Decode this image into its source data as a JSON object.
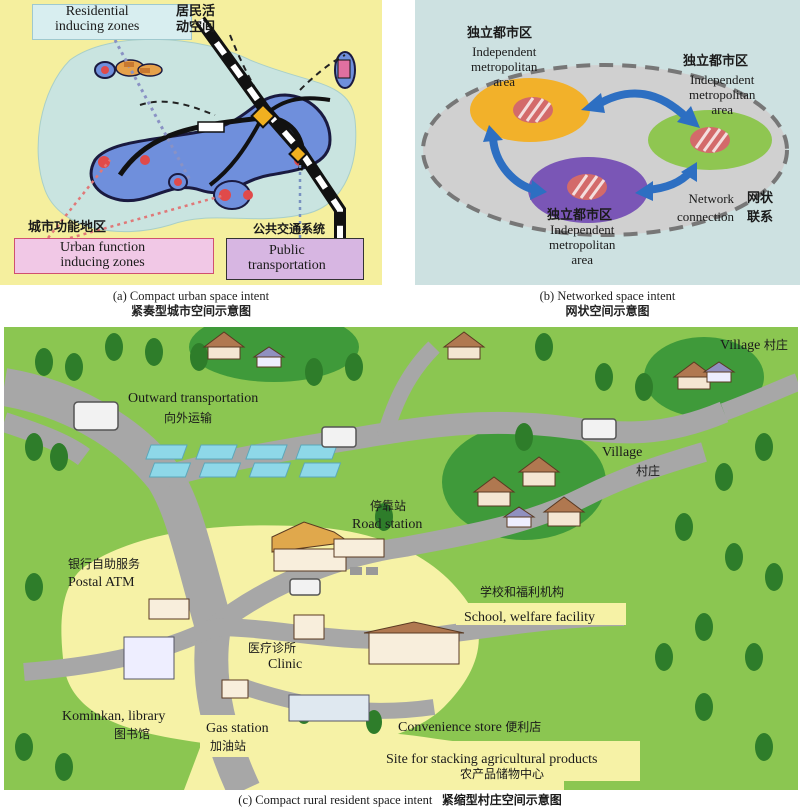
{
  "panel_a": {
    "residential_label": "Residential\ninducing zones",
    "residential_zh": "居民活\n动空间",
    "urban_function_zh": "城市功能地区",
    "urban_function_en": "Urban function\ninducing zones",
    "public_transport_zh": "公共交通系统",
    "public_transport_en": "Public\ntransportation",
    "caption_en": "(a) Compact urban space intent",
    "caption_zh": "紧奏型城市空间示意图"
  },
  "panel_b": {
    "metro_zh": "独立都市区",
    "metro_en": "Independent\nmetropolitan\narea",
    "network_en": "Network\nconnection",
    "network_zh": "网状\n联系",
    "caption_en": "(b) Networked space intent",
    "caption_zh": "网状空间示意图"
  },
  "panel_c": {
    "village_top_en": "Village",
    "village_top_zh": "村庄",
    "outward_en": "Outward transportation",
    "outward_zh": "向外运输",
    "village_mid_en": "Village",
    "village_mid_zh": "村庄",
    "road_station_zh": "停靠站",
    "road_station_en": "Road station",
    "atm_zh": "银行自助服务",
    "atm_en": "Postal ATM",
    "school_zh": "学校和福利机构",
    "school_en": "School, welfare facility",
    "clinic_zh": "医疗诊所",
    "clinic_en": "Clinic",
    "library_en": "Kominkan, library",
    "library_zh": "图书馆",
    "gas_en": "Gas station",
    "gas_zh": "加油站",
    "store_en": "Convenience store",
    "store_zh": "便利店",
    "agri_en": "Site for stacking agricultural products",
    "agri_zh": "农产品储物中心",
    "caption_en": "(c) Compact rural resident space intent",
    "caption_zh": "紧缩型村庄空间示意图"
  }
}
